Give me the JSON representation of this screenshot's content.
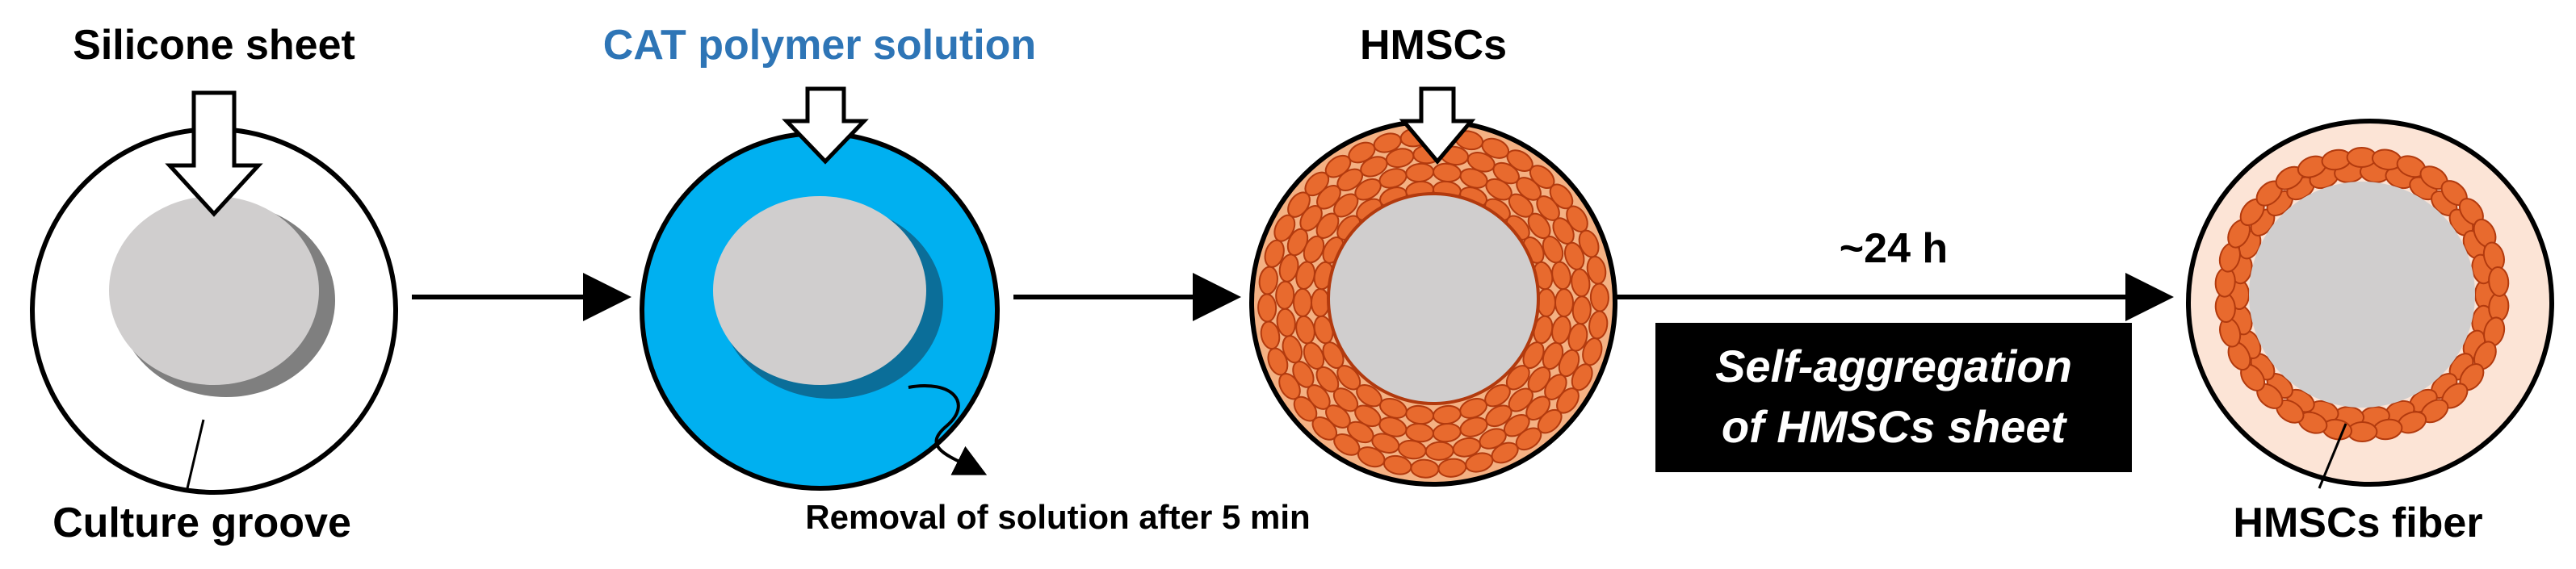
{
  "labels": {
    "silicone_sheet": "Silicone sheet",
    "cat_polymer_solution": "CAT polymer solution",
    "hmscs": "HMSCs",
    "culture_groove": "Culture groove",
    "removal": "Removal of solution after 5 min",
    "time": "~24 h",
    "self_aggregation_line1": "Self-aggregation",
    "self_aggregation_line2": "of HMSCs sheet",
    "hmscs_fiber": "HMSCs fiber"
  },
  "colors": {
    "solution_blue": "#00B0F0",
    "label_blue": "#2E75B6",
    "cell_orange": "#E86A2E",
    "cell_outline": "#B23A0E",
    "sheet_gray": "#D0CECE",
    "sheet_shadow": "#7F7F7F",
    "fiber_background": "#FCE4D6",
    "box_black": "#000000"
  },
  "icons": {
    "down_arrow": "hollow-down-arrow-icon",
    "right_arrow": "right-arrow-icon",
    "curved_arrow": "curved-arrow-icon"
  }
}
